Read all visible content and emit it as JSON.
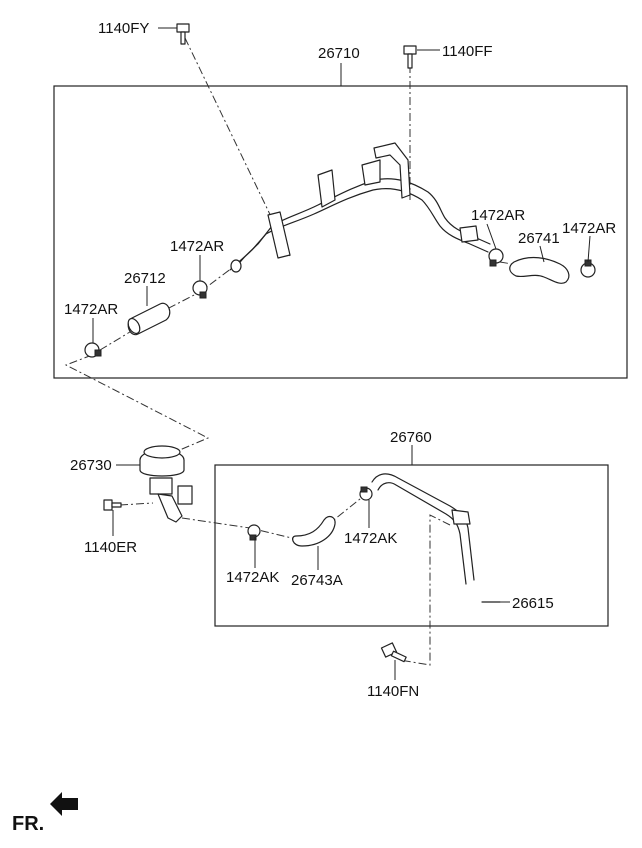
{
  "diagram": {
    "labels": {
      "bolt_1140fy": "1140FY",
      "bolt_1140ff": "1140FF",
      "assy_26710": "26710",
      "clamp_1472ar_right": "1472AR",
      "hose_26741": "26741",
      "clamp_1472ar_far_right": "1472AR",
      "clamp_1472ar_center": "1472AR",
      "hose_26712": "26712",
      "clamp_1472ar_left": "1472AR",
      "assy_26760": "26760",
      "valve_26730": "26730",
      "bolt_1140er": "1140ER",
      "clamp_1472ak_right": "1472AK",
      "clamp_1472ak_left": "1472AK",
      "hose_26743a": "26743A",
      "pin_26615": "26615",
      "bolt_1140fn": "1140FN"
    },
    "direction_label": "FR."
  }
}
